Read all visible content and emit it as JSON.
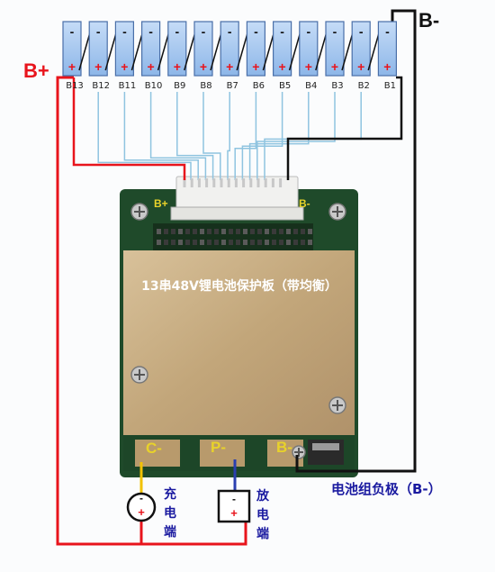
{
  "diagram": {
    "cells": [
      {
        "minus": "-",
        "plus": "+",
        "tap": "B13"
      },
      {
        "minus": "-",
        "plus": "+",
        "tap": "B12"
      },
      {
        "minus": "-",
        "plus": "+",
        "tap": "B11"
      },
      {
        "minus": "-",
        "plus": "+",
        "tap": "B10"
      },
      {
        "minus": "-",
        "plus": "+",
        "tap": "B9"
      },
      {
        "minus": "-",
        "plus": "+",
        "tap": "B8"
      },
      {
        "minus": "-",
        "plus": "+",
        "tap": "B7"
      },
      {
        "minus": "-",
        "plus": "+",
        "tap": "B6"
      },
      {
        "minus": "-",
        "plus": "+",
        "tap": "B5"
      },
      {
        "minus": "-",
        "plus": "+",
        "tap": "B4"
      },
      {
        "minus": "-",
        "plus": "+",
        "tap": "B3"
      },
      {
        "minus": "-",
        "plus": "+",
        "tap": "B2"
      },
      {
        "minus": "-",
        "plus": "+",
        "tap": "B1"
      }
    ],
    "labels": {
      "b_plus": "B+",
      "b_minus_top": "B-",
      "board_title": "13串48V锂电池保护板（带均衡）",
      "board_b_plus": "B+",
      "board_b_minus": "B-",
      "pad_c_minus": "C-",
      "pad_p_minus": "P-",
      "pad_b_minus": "B-",
      "pack_negative": "电池组负极（B-）",
      "charge_port": [
        "充",
        "电",
        "端"
      ],
      "discharge_port": [
        "放",
        "电",
        "端"
      ],
      "charge_minus": "-",
      "charge_plus": "+",
      "discharge_minus": "-",
      "discharge_plus": "+"
    },
    "colors": {
      "cell_fill": "#9fc3ee",
      "cell_stroke": "#4a6fa8",
      "positive_red": "#e8141c",
      "balance_wire": "#8fc4e0",
      "negative_black": "#111111",
      "charge_yellow": "#f2c200",
      "discharge_blue": "#2a3fb0",
      "board_gold": "#c8ac82",
      "pcb_green": "#1f4a2a",
      "text_blue": "#1a1aa0",
      "board_text": "#ffffff",
      "pad_text": "#e8d22a"
    }
  }
}
